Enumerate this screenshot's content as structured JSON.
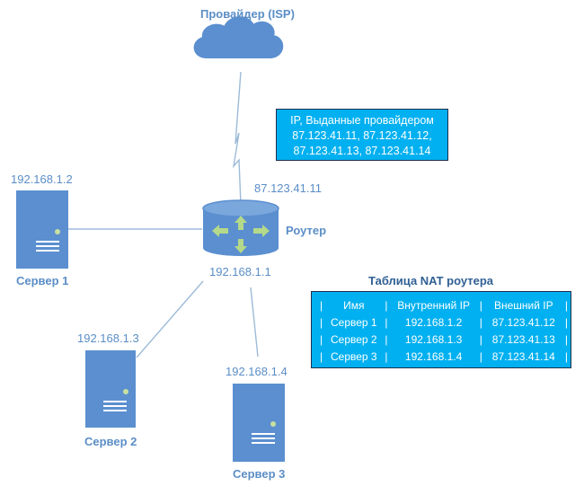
{
  "isp": {
    "label": "Провайдер (ISP)"
  },
  "isp_box": {
    "lines": [
      "IP, Выданные провайдером",
      "87.123.41.11, 87.123.41.12,",
      "87.123.41.13, 87.123.41.14"
    ]
  },
  "router": {
    "label": "Роутер",
    "wan_ip": "87.123.41.11",
    "lan_ip": "192.168.1.1"
  },
  "servers": [
    {
      "name": "Сервер 1",
      "ip": "192.168.1.2"
    },
    {
      "name": "Сервер 2",
      "ip": "192.168.1.3"
    },
    {
      "name": "Сервер 3",
      "ip": "192.168.1.4"
    }
  ],
  "nat": {
    "title": "Таблица NAT роутера",
    "separator": "|",
    "headers": [
      "Имя",
      "Внутренний IP",
      "Внешний IP"
    ],
    "rows": [
      [
        "Сервер 1",
        "192.168.1.2",
        "87.123.41.12"
      ],
      [
        "Сервер 2",
        "192.168.1.3",
        "87.123.41.13"
      ],
      [
        "Сервер 3",
        "192.168.1.4",
        "87.123.41.14"
      ]
    ]
  },
  "colors": {
    "server": "#5b8fd0",
    "router": "#5b8fd0",
    "cloud": "#5b8fd0",
    "link": "#9dbbd8",
    "box": "#00b0f0",
    "label": "#5b8ec6"
  }
}
